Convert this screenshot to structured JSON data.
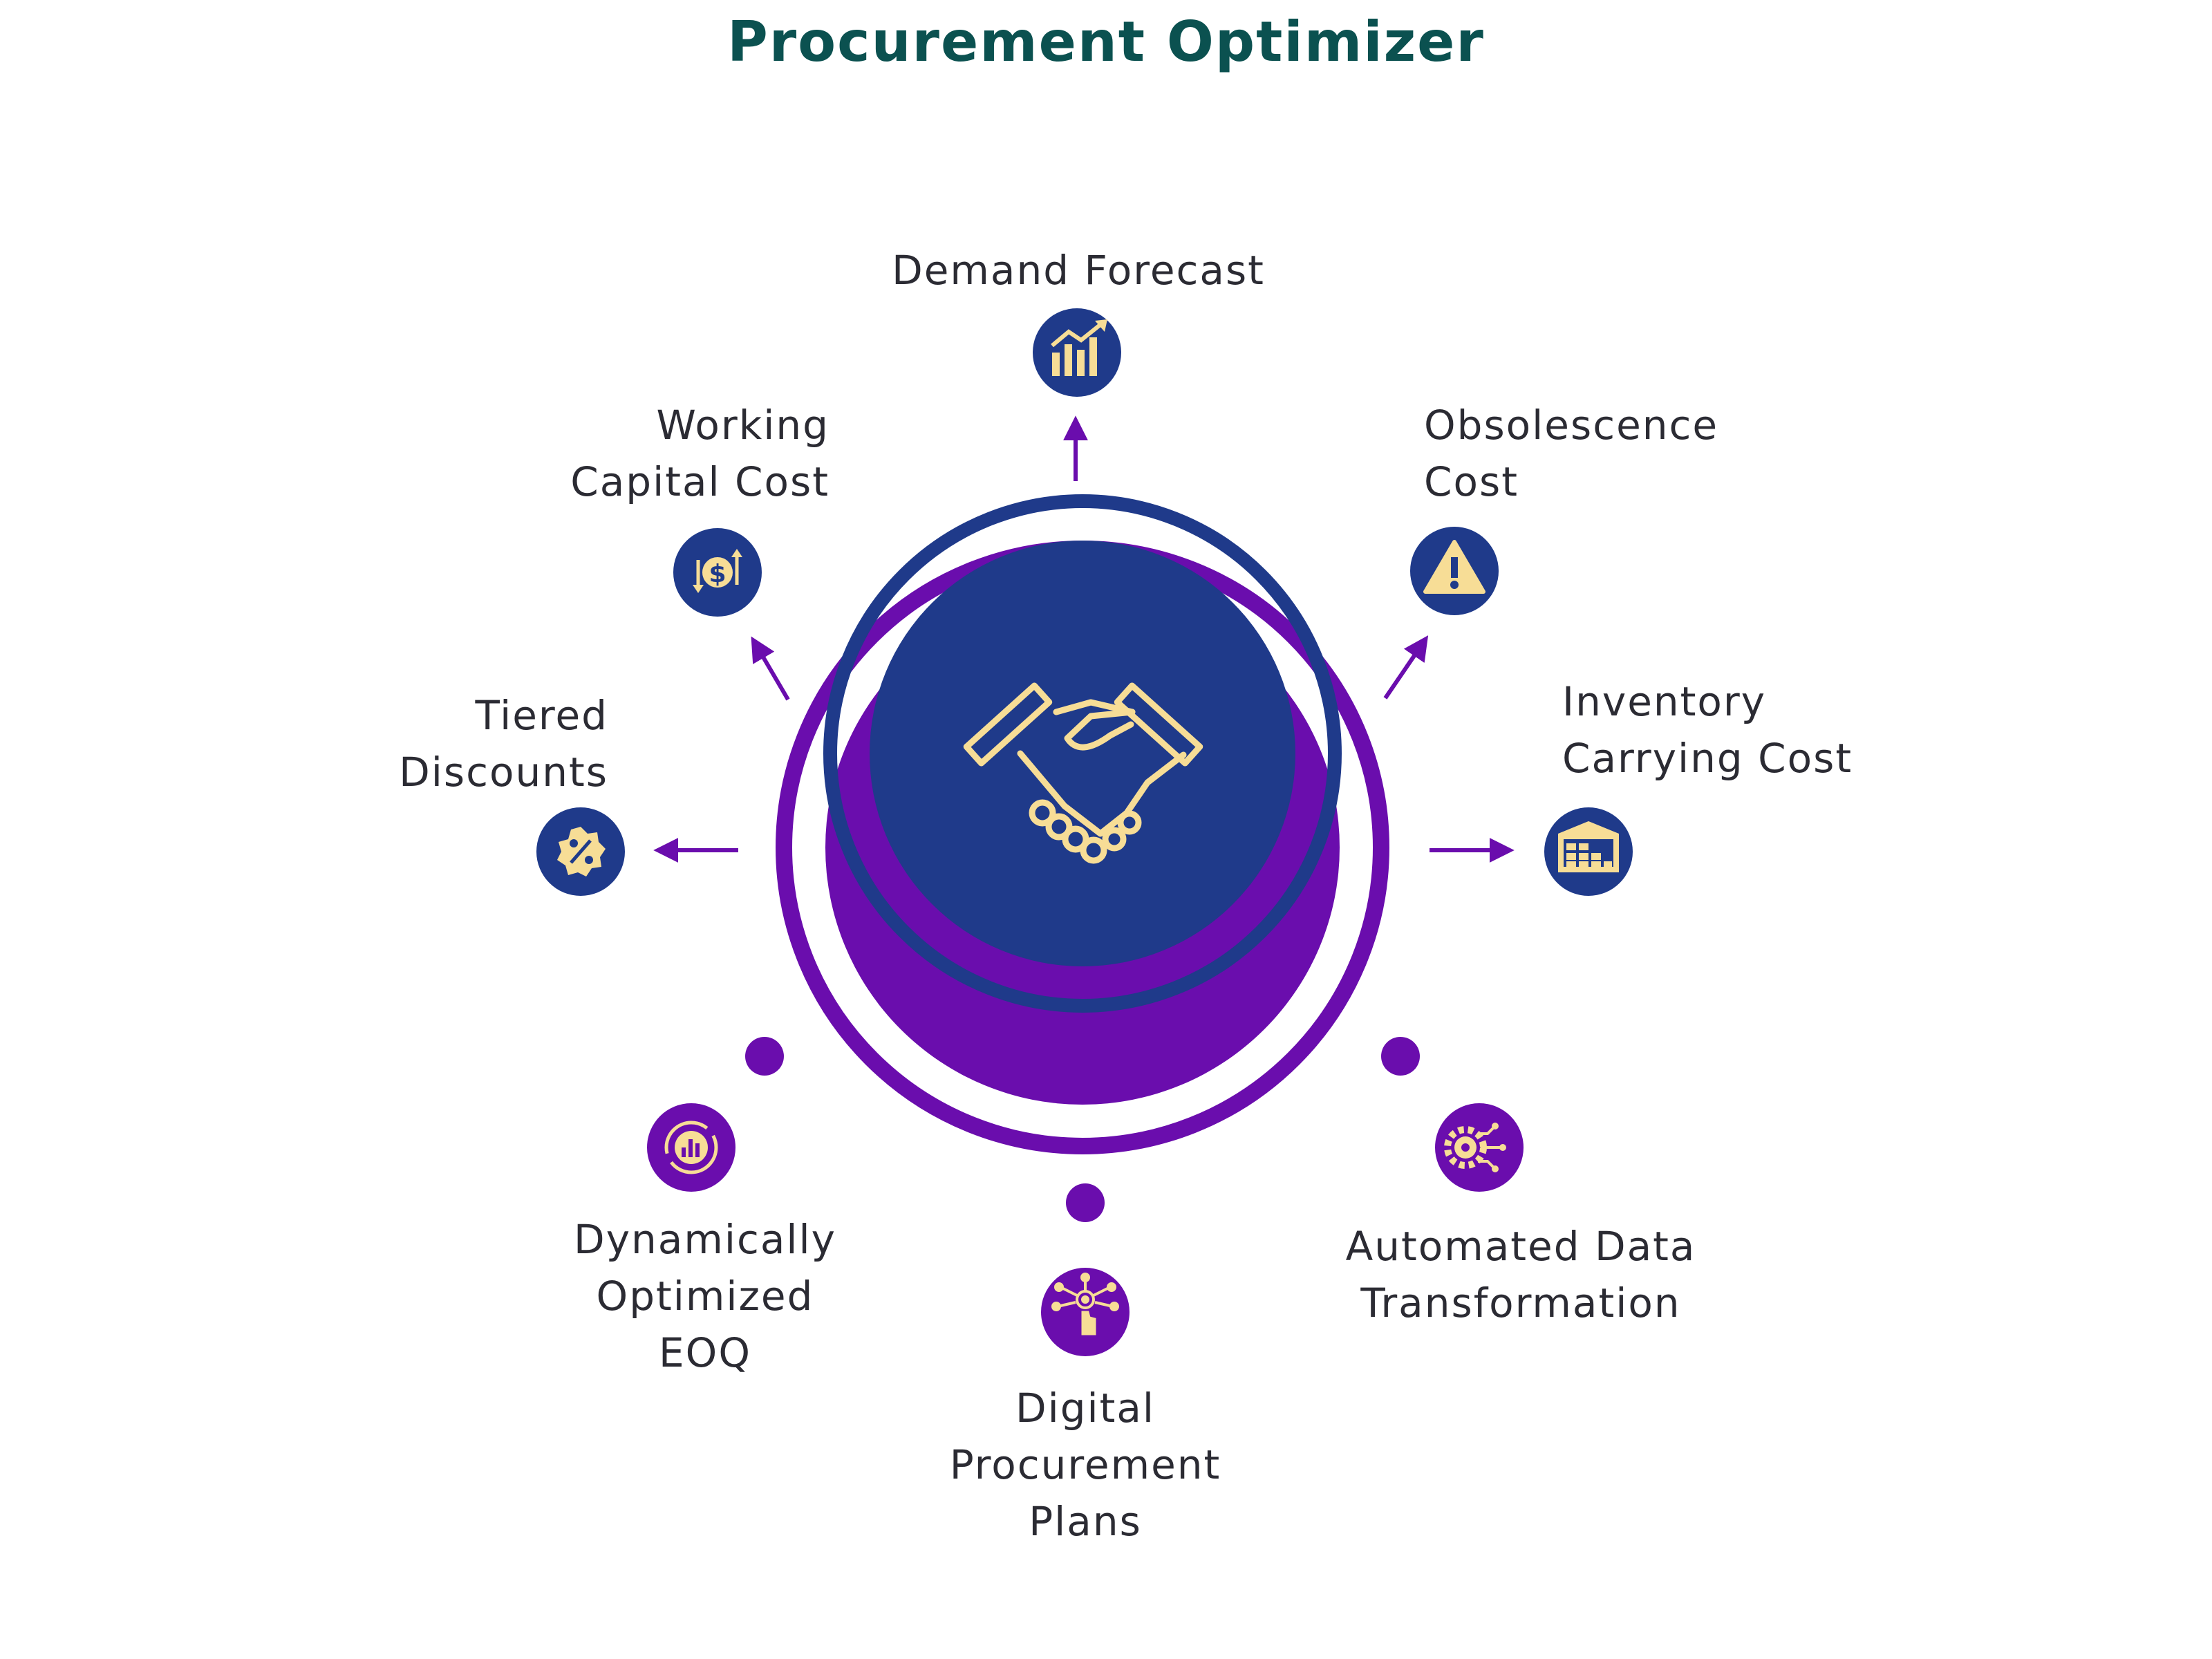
{
  "title": "Procurement Optimizer",
  "colors": {
    "title": "#0b5150",
    "navy": "#1f3a8a",
    "purple": "#6a0dad",
    "icon_gold": "#f7dd96",
    "text": "#2b2b33"
  },
  "center": {
    "icon": "handshake-icon"
  },
  "outputs": [
    {
      "id": "demand-forecast",
      "lines": [
        "Demand Forecast"
      ],
      "icon": "bar-chart-growth-icon"
    },
    {
      "id": "working-capital-cost",
      "lines": [
        "Working",
        "Capital Cost"
      ],
      "icon": "dollar-exchange-icon"
    },
    {
      "id": "obsolescence-cost",
      "lines": [
        "Obsolescence",
        "Cost"
      ],
      "icon": "warning-icon"
    },
    {
      "id": "tiered-discounts",
      "lines": [
        "Tiered",
        "Discounts"
      ],
      "icon": "percent-badge-icon"
    },
    {
      "id": "inventory-carrying-cost",
      "lines": [
        "Inventory",
        "Carrying Cost"
      ],
      "icon": "warehouse-icon"
    }
  ],
  "features": [
    {
      "id": "dynamically-optimized-eoq",
      "lines": [
        "Dynamically",
        "Optimized",
        "EOQ"
      ],
      "icon": "chart-cycle-icon"
    },
    {
      "id": "digital-procurement-plans",
      "lines": [
        "Digital",
        "Procurement",
        "Plans"
      ],
      "icon": "touch-network-icon"
    },
    {
      "id": "automated-data-transformation",
      "lines": [
        "Automated Data",
        "Transformation"
      ],
      "icon": "gear-circuit-icon"
    }
  ]
}
